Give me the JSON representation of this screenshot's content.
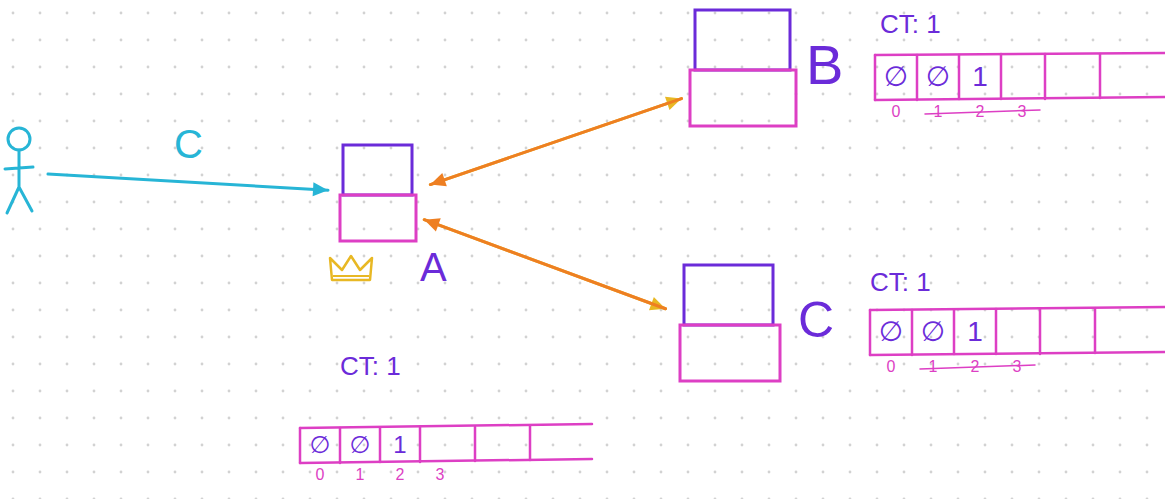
{
  "diagram": {
    "nodes": [
      {
        "text": []
      },
      {
        "text": [
          "A"
        ]
      },
      {
        "text": [
          "B"
        ]
      },
      {
        "text": [
          "C"
        ]
      }
    ],
    "edges": [
      {
        "from": 0,
        "to": 1,
        "arrow": "to",
        "label": "C"
      },
      {
        "from": 1,
        "to": 2,
        "arrow": "to"
      },
      {
        "from": 2,
        "to": 1,
        "arrow": "to"
      },
      {
        "from": 1,
        "to": 3,
        "arrow": "to"
      },
      {
        "from": 3,
        "to": 1,
        "arrow": "to"
      }
    ],
    "labels": [
      "CT: 1",
      "∅",
      "∅",
      "1",
      "0",
      "1",
      "2",
      "3",
      "CT: 1",
      "∅",
      "∅",
      "1",
      "0",
      "1",
      "2",
      "3",
      "CT: 1",
      "∅",
      "∅",
      "1",
      "0",
      "1",
      "2",
      "3"
    ]
  }
}
